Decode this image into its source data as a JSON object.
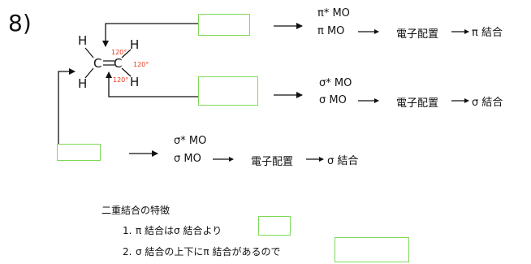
{
  "question_number": "8)",
  "molecule": {
    "atoms": [
      "H",
      "C",
      "C",
      "H",
      "H",
      "H"
    ],
    "angles": [
      "120°",
      "120°",
      "120°"
    ]
  },
  "rows": [
    {
      "upper": "π* MO",
      "lower": "π MO",
      "config": "電子配置",
      "bond": "π 結合"
    },
    {
      "upper": "σ* MO",
      "lower": "σ MO",
      "config": "電子配置",
      "bond": "σ 結合"
    },
    {
      "upper": "σ* MO",
      "lower": "σ MO",
      "config": "電子配置",
      "bond": "σ 結合"
    }
  ],
  "features": {
    "title": "二重結合の特徴",
    "items": [
      {
        "num": "1.",
        "text": "π 結合はσ 結合より"
      },
      {
        "num": "2.",
        "text": "σ 結合の上下にπ 結合があるので"
      }
    ]
  },
  "colors": {
    "answer_box_border": "#7ed957",
    "angle_label": "#e8371b",
    "line": "#111111"
  }
}
